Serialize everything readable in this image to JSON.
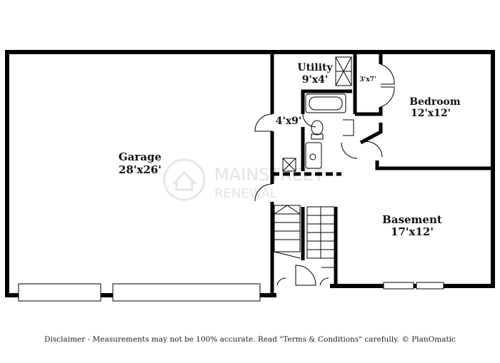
{
  "floorplan": {
    "rooms": [
      {
        "id": "garage",
        "name": "Garage",
        "dims": "28'x26'"
      },
      {
        "id": "utility",
        "name": "Utility",
        "dims": "9'x4'"
      },
      {
        "id": "bedroom",
        "name": "Bedroom",
        "dims": "12'x12'"
      },
      {
        "id": "hall",
        "name": "",
        "dims": "4'x9'"
      },
      {
        "id": "closet",
        "name": "",
        "dims": "3'x7'"
      },
      {
        "id": "basement",
        "name": "Basement",
        "dims": "17'x12'"
      }
    ],
    "watermark": {
      "line1": "MAINSTREET",
      "line2": "RENEWAL"
    }
  },
  "disclaimer": "Disclaimer - Measurements may not be 100% accurate. Read \"Terms & Conditions\" carefully. © PlanOmatic"
}
